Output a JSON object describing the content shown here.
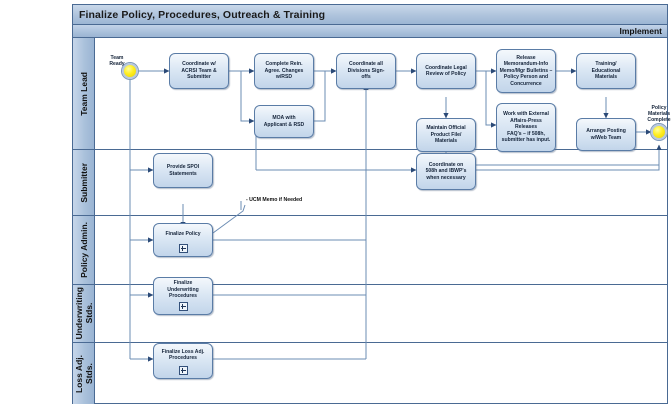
{
  "diagram": {
    "title": "Finalize Policy, Procedures, Outreach & Training",
    "phase": "Implement",
    "type": "bpmn-swimlane-flowchart",
    "colors": {
      "lane_header": "#aac1db",
      "title_bar": "#aec3dc",
      "task_fill": "#dbe7f4",
      "task_border": "#5a7ca6",
      "event_fill": "#ffee22",
      "connector": "#4a6a93"
    },
    "lanes": [
      {
        "id": "team-lead",
        "label": "Team Lead"
      },
      {
        "id": "submitter",
        "label": "Submitter"
      },
      {
        "id": "policy-admin",
        "label": "Policy Admin."
      },
      {
        "id": "underwriting",
        "label": "Underwriting\nStds."
      },
      {
        "id": "loss-adj",
        "label": "Loss Adj.\nStds."
      }
    ],
    "events": [
      {
        "id": "start",
        "label": "Team\nReady",
        "lane": "team-lead",
        "kind": "start"
      },
      {
        "id": "end",
        "label": "Policy\nMaterials\nComplete",
        "lane": "team-lead",
        "kind": "end"
      }
    ],
    "tasks": [
      {
        "id": "coordinate-acrsi",
        "lane": "team-lead",
        "label": "Coordinate w/\nACRSI Team &\nSubmitter",
        "subprocess": false
      },
      {
        "id": "complete-rein-agree",
        "lane": "team-lead",
        "label": "Complete Rein.\nAgree. Changes\nw/RSD",
        "subprocess": false
      },
      {
        "id": "moa-applicant-rsd",
        "lane": "team-lead",
        "label": "MOA with\nApplicant & RSD",
        "subprocess": false
      },
      {
        "id": "coordinate-signoffs",
        "lane": "team-lead",
        "label": "Coordinate all\nDivisions Sign-\noffs",
        "subprocess": false
      },
      {
        "id": "coordinate-legal",
        "lane": "team-lead",
        "label": "Coordinate Legal\nReview of Policy",
        "subprocess": false
      },
      {
        "id": "maintain-product-file",
        "lane": "team-lead",
        "label": "Maintain Official\nProduct File/\nMaterials",
        "subprocess": false
      },
      {
        "id": "release-memorandum",
        "lane": "team-lead",
        "label": "Release\nMemorandum-Info\nMemo/Mgr Bulletins –\nPolicy Person and\nConcurrence",
        "subprocess": false
      },
      {
        "id": "external-affairs",
        "lane": "team-lead",
        "label": "Work with External\nAffairs-Press\nReleases\nFAQ's – if 508h,\nsubmitter has input.",
        "subprocess": false
      },
      {
        "id": "training-materials",
        "lane": "team-lead",
        "label": "Training/\nEducational\nMaterials",
        "subprocess": false
      },
      {
        "id": "arrange-posting",
        "lane": "team-lead",
        "label": "Arrange Posting\nw/Web Team",
        "subprocess": false
      },
      {
        "id": "provide-spoi",
        "lane": "submitter",
        "label": "Provide SPOI\nStatements",
        "subprocess": false
      },
      {
        "id": "coordinate-508h",
        "lane": "submitter",
        "label": "Coordinate on\n508h and IBWP's\nwhen necessary",
        "subprocess": false
      },
      {
        "id": "finalize-policy",
        "lane": "policy-admin",
        "label": "Finalize Policy",
        "subprocess": true
      },
      {
        "id": "finalize-underwriting",
        "lane": "underwriting",
        "label": "Finalize\nUnderwriting\nProcedures",
        "subprocess": true
      },
      {
        "id": "finalize-loss-adj",
        "lane": "loss-adj",
        "label": "Finalize Loss Adj.\nProcedures",
        "subprocess": true
      }
    ],
    "annotations": [
      {
        "id": "ucm-memo",
        "text": "- UCM Memo if Needed",
        "attached_to": "finalize-policy"
      }
    ]
  }
}
